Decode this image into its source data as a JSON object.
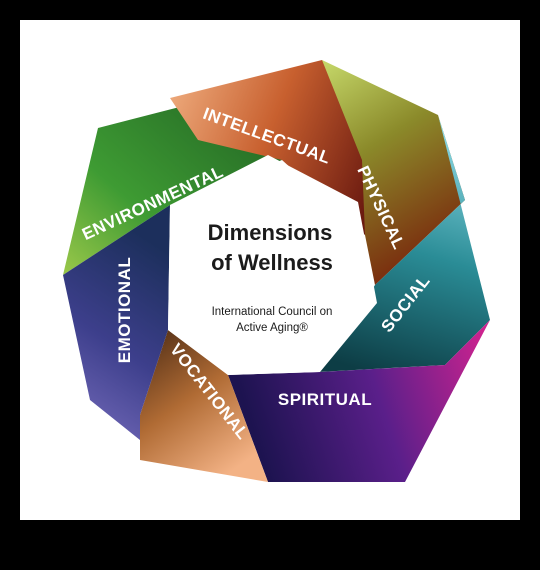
{
  "diagram": {
    "title_line1": "Dimensions",
    "title_line2": "of Wellness",
    "org_line1": "International Council on",
    "org_line2": "Active Aging®",
    "dimensions": [
      {
        "label": "INTELLECTUAL",
        "colors": [
          "#f1b183",
          "#c8602f",
          "#6b1a10"
        ]
      },
      {
        "label": "PHYSICAL",
        "colors": [
          "#c6d96a",
          "#8b9a2a",
          "#7a2c0e"
        ]
      },
      {
        "label": "SOCIAL",
        "colors": [
          "#8fdbe6",
          "#2a8c96",
          "#0d3d45"
        ]
      },
      {
        "label": "SPIRITUAL",
        "colors": [
          "#d6238f",
          "#5a1f8a",
          "#1d1350"
        ]
      },
      {
        "label": "VOCATIONAL",
        "colors": [
          "#f3b285",
          "#b06b34",
          "#4a2a14"
        ]
      },
      {
        "label": "EMOTIONAL",
        "colors": [
          "#7a6fbf",
          "#3d3f8c",
          "#1c2f5c"
        ]
      },
      {
        "label": "ENVIRONMENTAL",
        "colors": [
          "#2c7a2a",
          "#3e9b33",
          "#9bc84a"
        ]
      }
    ]
  }
}
